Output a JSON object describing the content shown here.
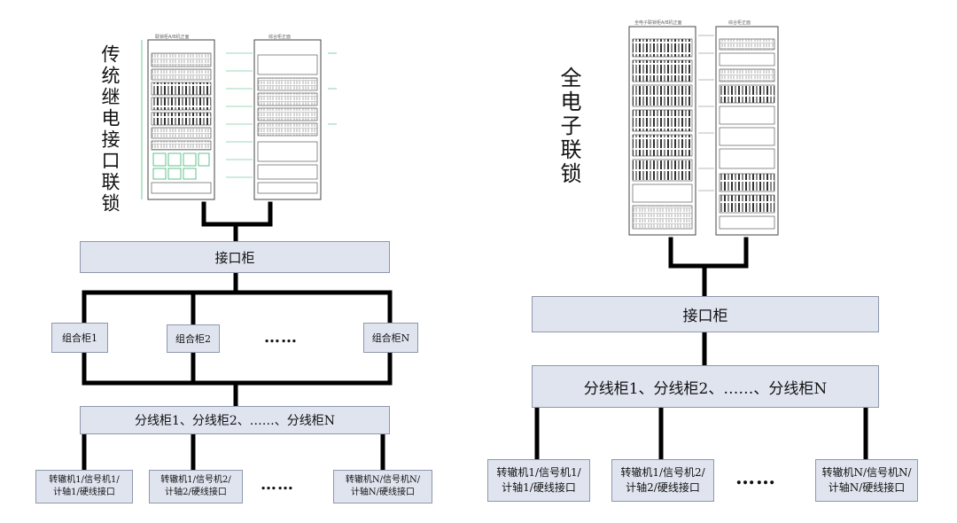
{
  "left": {
    "title": "传统继电接口联锁",
    "cabinet_titles": [
      "联锁柜A/B机正面",
      "综合柜正面"
    ],
    "interface_cabinet": "接口柜",
    "combo_cabinets": [
      "组合柜1",
      "组合柜2",
      "组合柜N"
    ],
    "combo_ellipsis": "……",
    "distribution": "分线柜1、分线柜2、……、分线柜N",
    "devices": [
      {
        "line1": "转辙机1/信号机1/",
        "line2": "计轴1/硬线接口"
      },
      {
        "line1": "转辙机1/信号机2/",
        "line2": "计轴2/硬线接口"
      },
      {
        "line1": "转辙机N/信号机N/",
        "line2": "计轴N/硬线接口"
      }
    ],
    "device_ellipsis": "……"
  },
  "right": {
    "title": "全电子联锁",
    "cabinet_titles": [
      "全电子联锁柜A/B机正面",
      "综合柜正面"
    ],
    "interface_cabinet": "接口柜",
    "distribution": "分线柜1、分线柜2、……、分线柜N",
    "devices": [
      {
        "line1": "转辙机1/信号机1/",
        "line2": "计轴1/硬线接口"
      },
      {
        "line1": "转辙机1/信号机2/",
        "line2": "计轴2/硬线接口"
      },
      {
        "line1": "转辙机N/信号机N/",
        "line2": "计轴N/硬线接口"
      }
    ],
    "device_ellipsis": "……"
  },
  "colors": {
    "box_fill": "#dfe4ef",
    "box_border": "#8e98ab",
    "line": "#000000",
    "cabinet_accent": "#3cb371"
  }
}
